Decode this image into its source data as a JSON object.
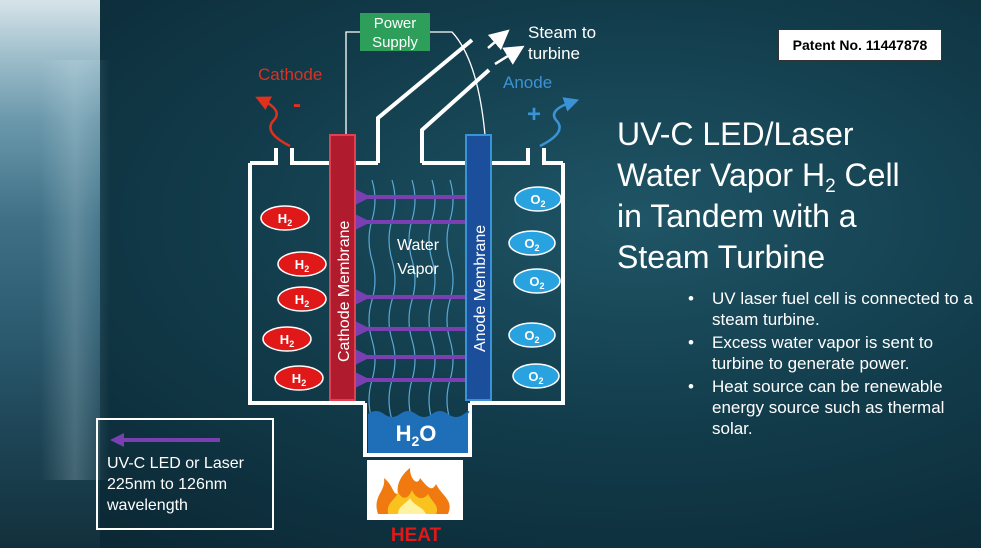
{
  "slide": {
    "title_line1": "UV-C LED/Laser",
    "title_line2_pre": "Water Vapor H",
    "title_line2_sub": "2",
    "title_line2_post": " Cell",
    "title_line3": "in Tandem with a",
    "title_line4": "Steam Turbine",
    "patent": "Patent No. 11447878",
    "bullets": [
      "UV laser fuel cell is connected to a steam turbine.",
      "Excess water vapor is sent to turbine to generate power.",
      "Heat source can be renewable energy source such as thermal solar."
    ]
  },
  "diagram": {
    "power_supply_line1": "Power",
    "power_supply_line2": "Supply",
    "steam_line1": "Steam to",
    "steam_line2": "turbine",
    "cathode": "Cathode",
    "anode": "Anode",
    "minus": "-",
    "plus": "+",
    "cathode_membrane": "Cathode Membrane",
    "anode_membrane": "Anode Membrane",
    "water_line1": "Water",
    "water_line2": "Vapor",
    "h2_label": "H",
    "h2_sub": "2",
    "o2_label": "O",
    "o2_sub": "2",
    "h2o_pre": "H",
    "h2o_sub": "2",
    "h2o_post": "O",
    "heat": "HEAT",
    "legend_line1": "UV-C LED or Laser",
    "legend_line2": "225nm to 126nm",
    "legend_line3": "wavelength"
  },
  "colors": {
    "cathode_red": "#e0301e",
    "anode_blue": "#3a93d6",
    "uv_purple": "#7a3fb0",
    "power_green": "#2e9e5b",
    "water_blue": "#1e6fb8"
  }
}
